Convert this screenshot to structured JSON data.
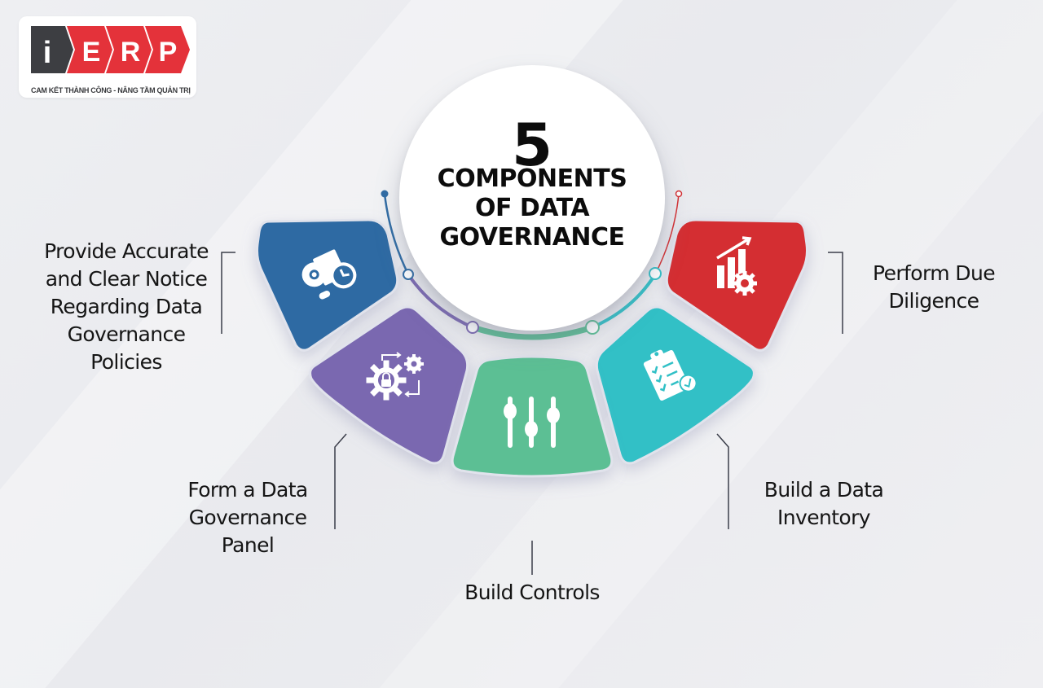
{
  "logo": {
    "letters": [
      "i",
      "E",
      "R",
      "P"
    ],
    "tagline": "CAM KẾT THÀNH CÔNG - NÂNG TẦM QUẢN TRỊ",
    "colors": {
      "dark": "#3d3e42",
      "red": "#e4323a"
    }
  },
  "title": {
    "number": "5",
    "lines": [
      "COMPONENTS",
      "OF DATA",
      "GOVERNANCE"
    ]
  },
  "components": [
    {
      "id": "notice",
      "label_lines": [
        "Provide Accurate",
        "and Clear Notice",
        "Regarding Data",
        "Governance",
        "Policies"
      ],
      "color": "#2f6ba3",
      "icon": "gear-board-clock-icon"
    },
    {
      "id": "panel",
      "label_lines": [
        "Form a Data",
        "Governance",
        "Panel"
      ],
      "color": "#7a68b0",
      "icon": "gear-lock-cycle-icon"
    },
    {
      "id": "controls",
      "label_lines": [
        "Build Controls"
      ],
      "color": "#5cbf94",
      "icon": "sliders-icon"
    },
    {
      "id": "inventory",
      "label_lines": [
        "Build a Data",
        "Inventory"
      ],
      "color": "#31c0c6",
      "icon": "clipboard-checklist-icon"
    },
    {
      "id": "diligence",
      "label_lines": [
        "Perform Due",
        "Diligence"
      ],
      "color": "#d42f32",
      "icon": "chart-growth-gear-icon"
    }
  ]
}
